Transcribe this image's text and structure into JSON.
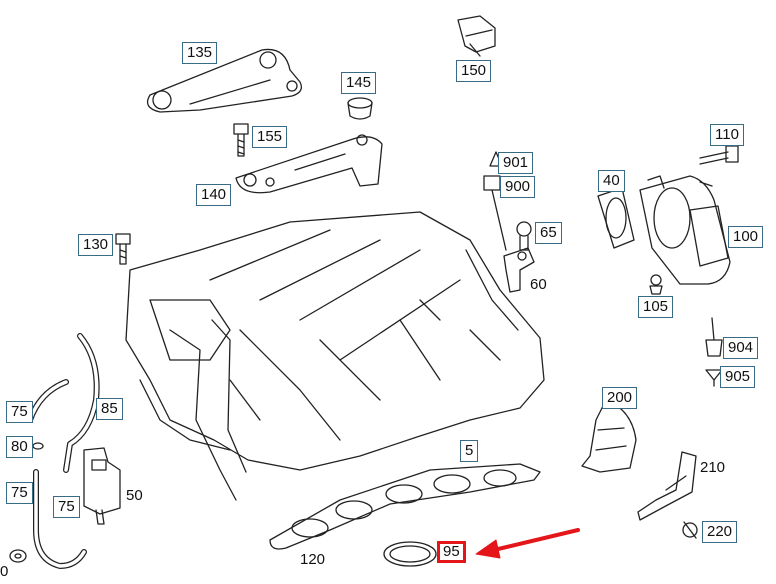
{
  "diagram": {
    "labels": {
      "l135": "135",
      "l145": "145",
      "l150": "150",
      "l155": "155",
      "l140": "140",
      "l901": "901",
      "l900": "900",
      "l110": "110",
      "l40": "40",
      "l65": "65",
      "l100": "100",
      "l130": "130",
      "l60": "60",
      "l105": "105",
      "l904": "904",
      "l905": "905",
      "l75a": "75",
      "l85": "85",
      "l200": "200",
      "l80": "80",
      "l5": "5",
      "l210": "210",
      "l75b": "75",
      "l50": "50",
      "l75c": "75",
      "l220": "220",
      "l120": "120",
      "l95": "95",
      "l0": "0"
    },
    "highlight_color": "#e4161a",
    "label_border_color": "#3a6b86"
  }
}
